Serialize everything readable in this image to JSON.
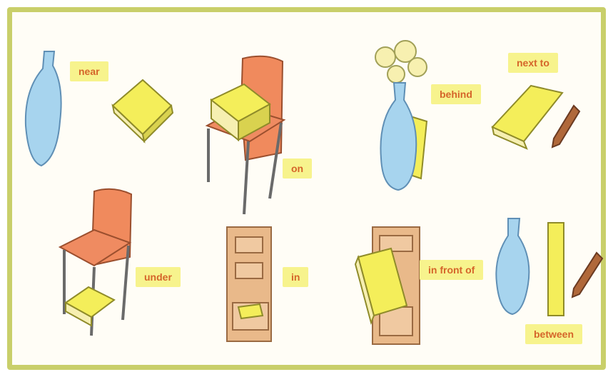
{
  "labels": {
    "near": "near",
    "on": "on",
    "behind": "behind",
    "next_to": "next to",
    "under": "under",
    "in": "in",
    "in_front_of": "in front of",
    "between": "between"
  },
  "colors": {
    "frame": "#c9cf6a",
    "label_bg": "#f7f38d",
    "label_text": "#d5652a",
    "chair": "#f08a5d",
    "vase": "#a7d4ee",
    "book": "#f4ee5a",
    "cabinet": "#e9b98a",
    "flowers": "#f7f0b0"
  },
  "icons": {
    "vase": "vase-icon",
    "book": "book-icon",
    "chair": "chair-icon",
    "cabinet": "cabinet-icon",
    "pencil": "pencil-icon",
    "flowers": "flowers-icon"
  }
}
